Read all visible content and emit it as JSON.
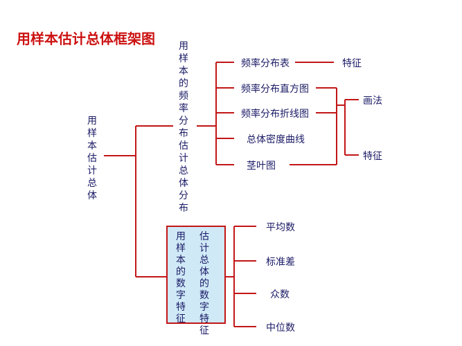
{
  "title": "用样本估计总体框架图",
  "root": "用样本估计总体",
  "branch_distribution": "用样本的频率分布估计总体分布",
  "dist_items": [
    "频率分布表",
    "频率分布直方图",
    "频率分布折线图",
    "总体密度曲线",
    "茎叶图"
  ],
  "dist_right": {
    "feature_table": "特征",
    "drawing": "画法",
    "feature_lower": "特征"
  },
  "branch_numeric": {
    "col_right": "估计总体的数字特征",
    "col_left": "用样本的数字特征"
  },
  "numeric_items": [
    "平均数",
    "标准差",
    "众数",
    "中位数"
  ],
  "colors": {
    "line": "#c21515",
    "text": "#1a1a66",
    "title": "#cc1111",
    "box_fill": "#cfe9f7"
  }
}
